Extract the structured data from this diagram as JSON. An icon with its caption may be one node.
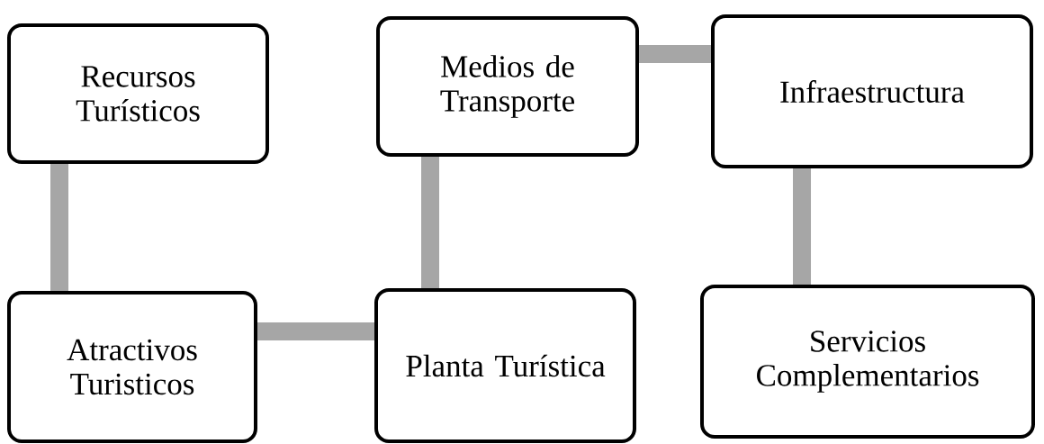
{
  "diagram": {
    "nodes": [
      {
        "text": [
          "Recursos Turísticos"
        ]
      },
      {
        "text": [
          "Medios de Transporte"
        ]
      },
      {
        "text": [
          "Infraestructura"
        ]
      },
      {
        "text": [
          "Atractivos Turisticos"
        ]
      },
      {
        "text": [
          "Planta Turística"
        ]
      },
      {
        "text": [
          "Servicios Complementarios"
        ]
      }
    ],
    "edges": [
      {
        "from": 0,
        "to": 3,
        "arrow": "none"
      },
      {
        "from": 3,
        "to": 4,
        "arrow": "none"
      },
      {
        "from": 1,
        "to": 4,
        "arrow": "none"
      },
      {
        "from": 1,
        "to": 2,
        "arrow": "none"
      },
      {
        "from": 2,
        "to": 5,
        "arrow": "none"
      }
    ]
  }
}
